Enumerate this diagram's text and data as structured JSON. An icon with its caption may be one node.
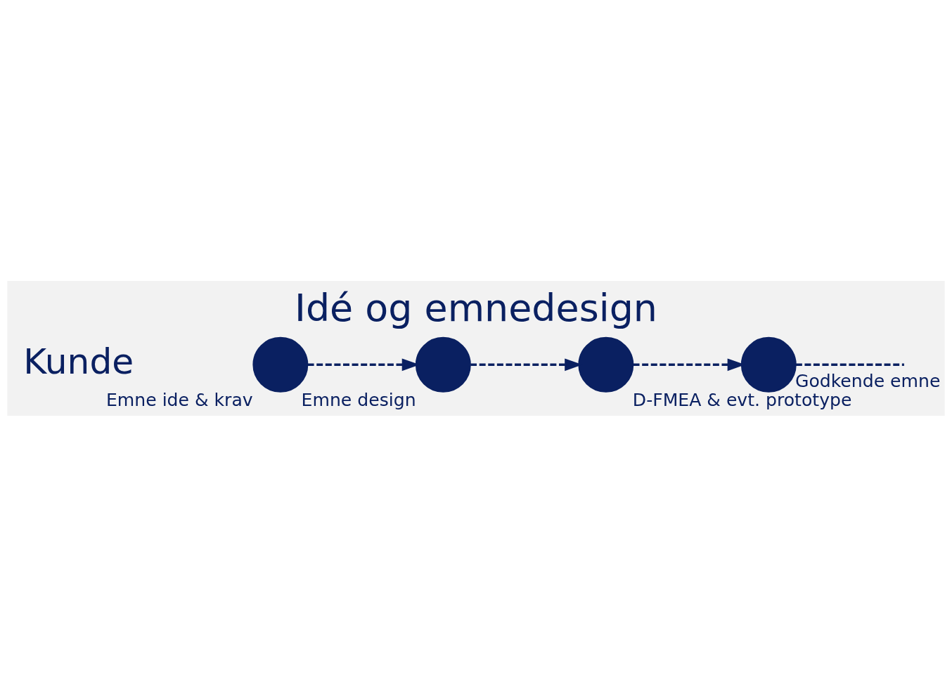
{
  "diagram": {
    "title": "Idé og emnedesign",
    "nodes": [
      {
        "text": [],
        "shape": "circle",
        "beside": [
          "Emne ide & krav"
        ]
      },
      {
        "text": [],
        "shape": "circle",
        "beside": [
          "Emne design"
        ]
      },
      {
        "text": [],
        "shape": "circle",
        "beside": [
          "D-FMEA & evt. prototype"
        ]
      },
      {
        "text": [],
        "shape": "circle",
        "beside": [
          "Godkende emne"
        ]
      }
    ],
    "edges": [
      {
        "from": 0,
        "to": 1,
        "arrow": "to",
        "style": "dashed"
      },
      {
        "from": 1,
        "to": 2,
        "arrow": "to",
        "style": "dashed"
      },
      {
        "from": 2,
        "to": 3,
        "arrow": "to",
        "style": "dashed"
      },
      {
        "from": 3,
        "to": null,
        "arrow": "none",
        "style": "dashed"
      }
    ],
    "labels": [
      "Kunde"
    ]
  }
}
